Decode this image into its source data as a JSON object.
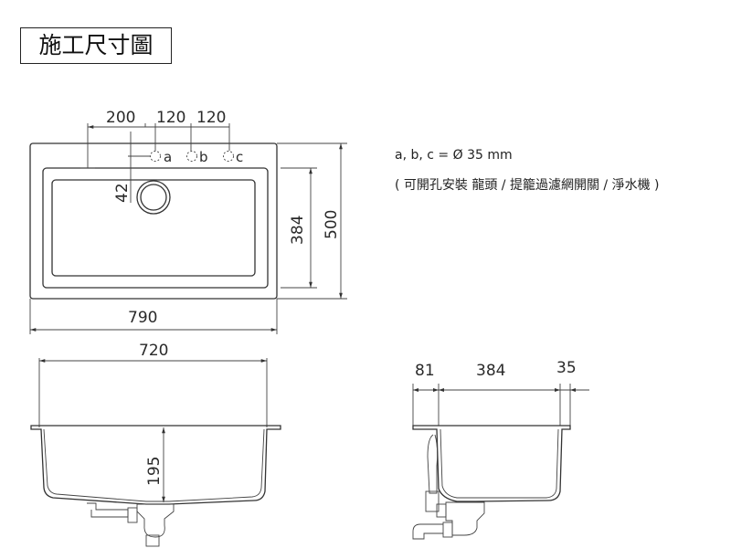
{
  "title": "施工尺寸圖",
  "top_view": {
    "dims": {
      "hole_offset": "200",
      "hole_gap_1": "120",
      "hole_gap_2": "120",
      "drain_offset": "42",
      "bowl_depth": "384",
      "total_depth": "500",
      "total_width": "790"
    },
    "holes": [
      "a",
      "b",
      "c"
    ]
  },
  "front_view": {
    "dims": {
      "bowl_width": "720",
      "bowl_height": "195"
    }
  },
  "side_view": {
    "dims": {
      "rear": "81",
      "bowl": "384",
      "front": "35"
    }
  },
  "notes": {
    "hole_size": "a, b, c = Ø 35 mm",
    "hole_usage": "( 可開孔安裝 龍頭 / 提籠過濾網開關 / 淨水機 )"
  }
}
